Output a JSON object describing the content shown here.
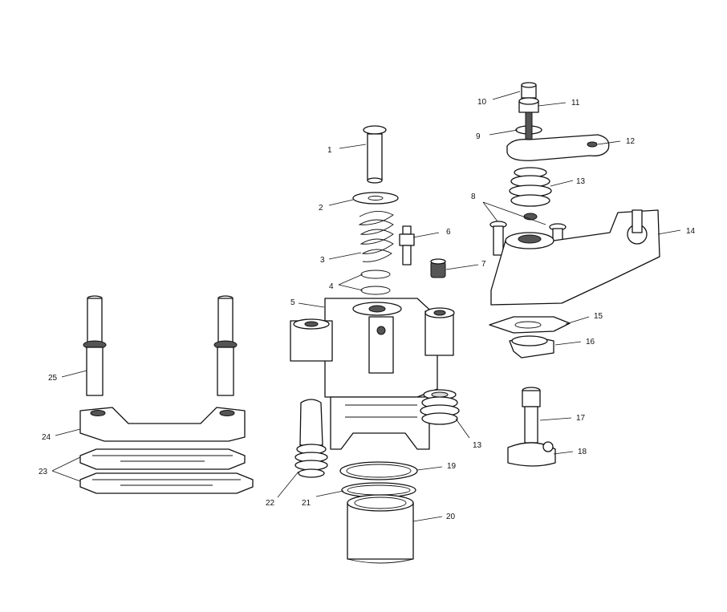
{
  "callouts": [
    {
      "id": "c1",
      "text": "1"
    },
    {
      "id": "c2",
      "text": "2"
    },
    {
      "id": "c3",
      "text": "3"
    },
    {
      "id": "c4",
      "text": "4"
    },
    {
      "id": "c5",
      "text": "5"
    },
    {
      "id": "c6",
      "text": "6"
    },
    {
      "id": "c7",
      "text": "7"
    },
    {
      "id": "c8",
      "text": "8"
    },
    {
      "id": "c9",
      "text": "9"
    },
    {
      "id": "c10",
      "text": "10"
    },
    {
      "id": "c11",
      "text": "11"
    },
    {
      "id": "c12",
      "text": "12"
    },
    {
      "id": "c13a",
      "text": "13"
    },
    {
      "id": "c13b",
      "text": "13"
    },
    {
      "id": "c14",
      "text": "14"
    },
    {
      "id": "c15",
      "text": "15"
    },
    {
      "id": "c16",
      "text": "16"
    },
    {
      "id": "c17",
      "text": "17"
    },
    {
      "id": "c18",
      "text": "18"
    },
    {
      "id": "c19",
      "text": "19"
    },
    {
      "id": "c20",
      "text": "20"
    },
    {
      "id": "c21",
      "text": "21"
    },
    {
      "id": "c22",
      "text": "22"
    },
    {
      "id": "c23",
      "text": "23"
    },
    {
      "id": "c24",
      "text": "24"
    },
    {
      "id": "c25",
      "text": "25"
    }
  ]
}
